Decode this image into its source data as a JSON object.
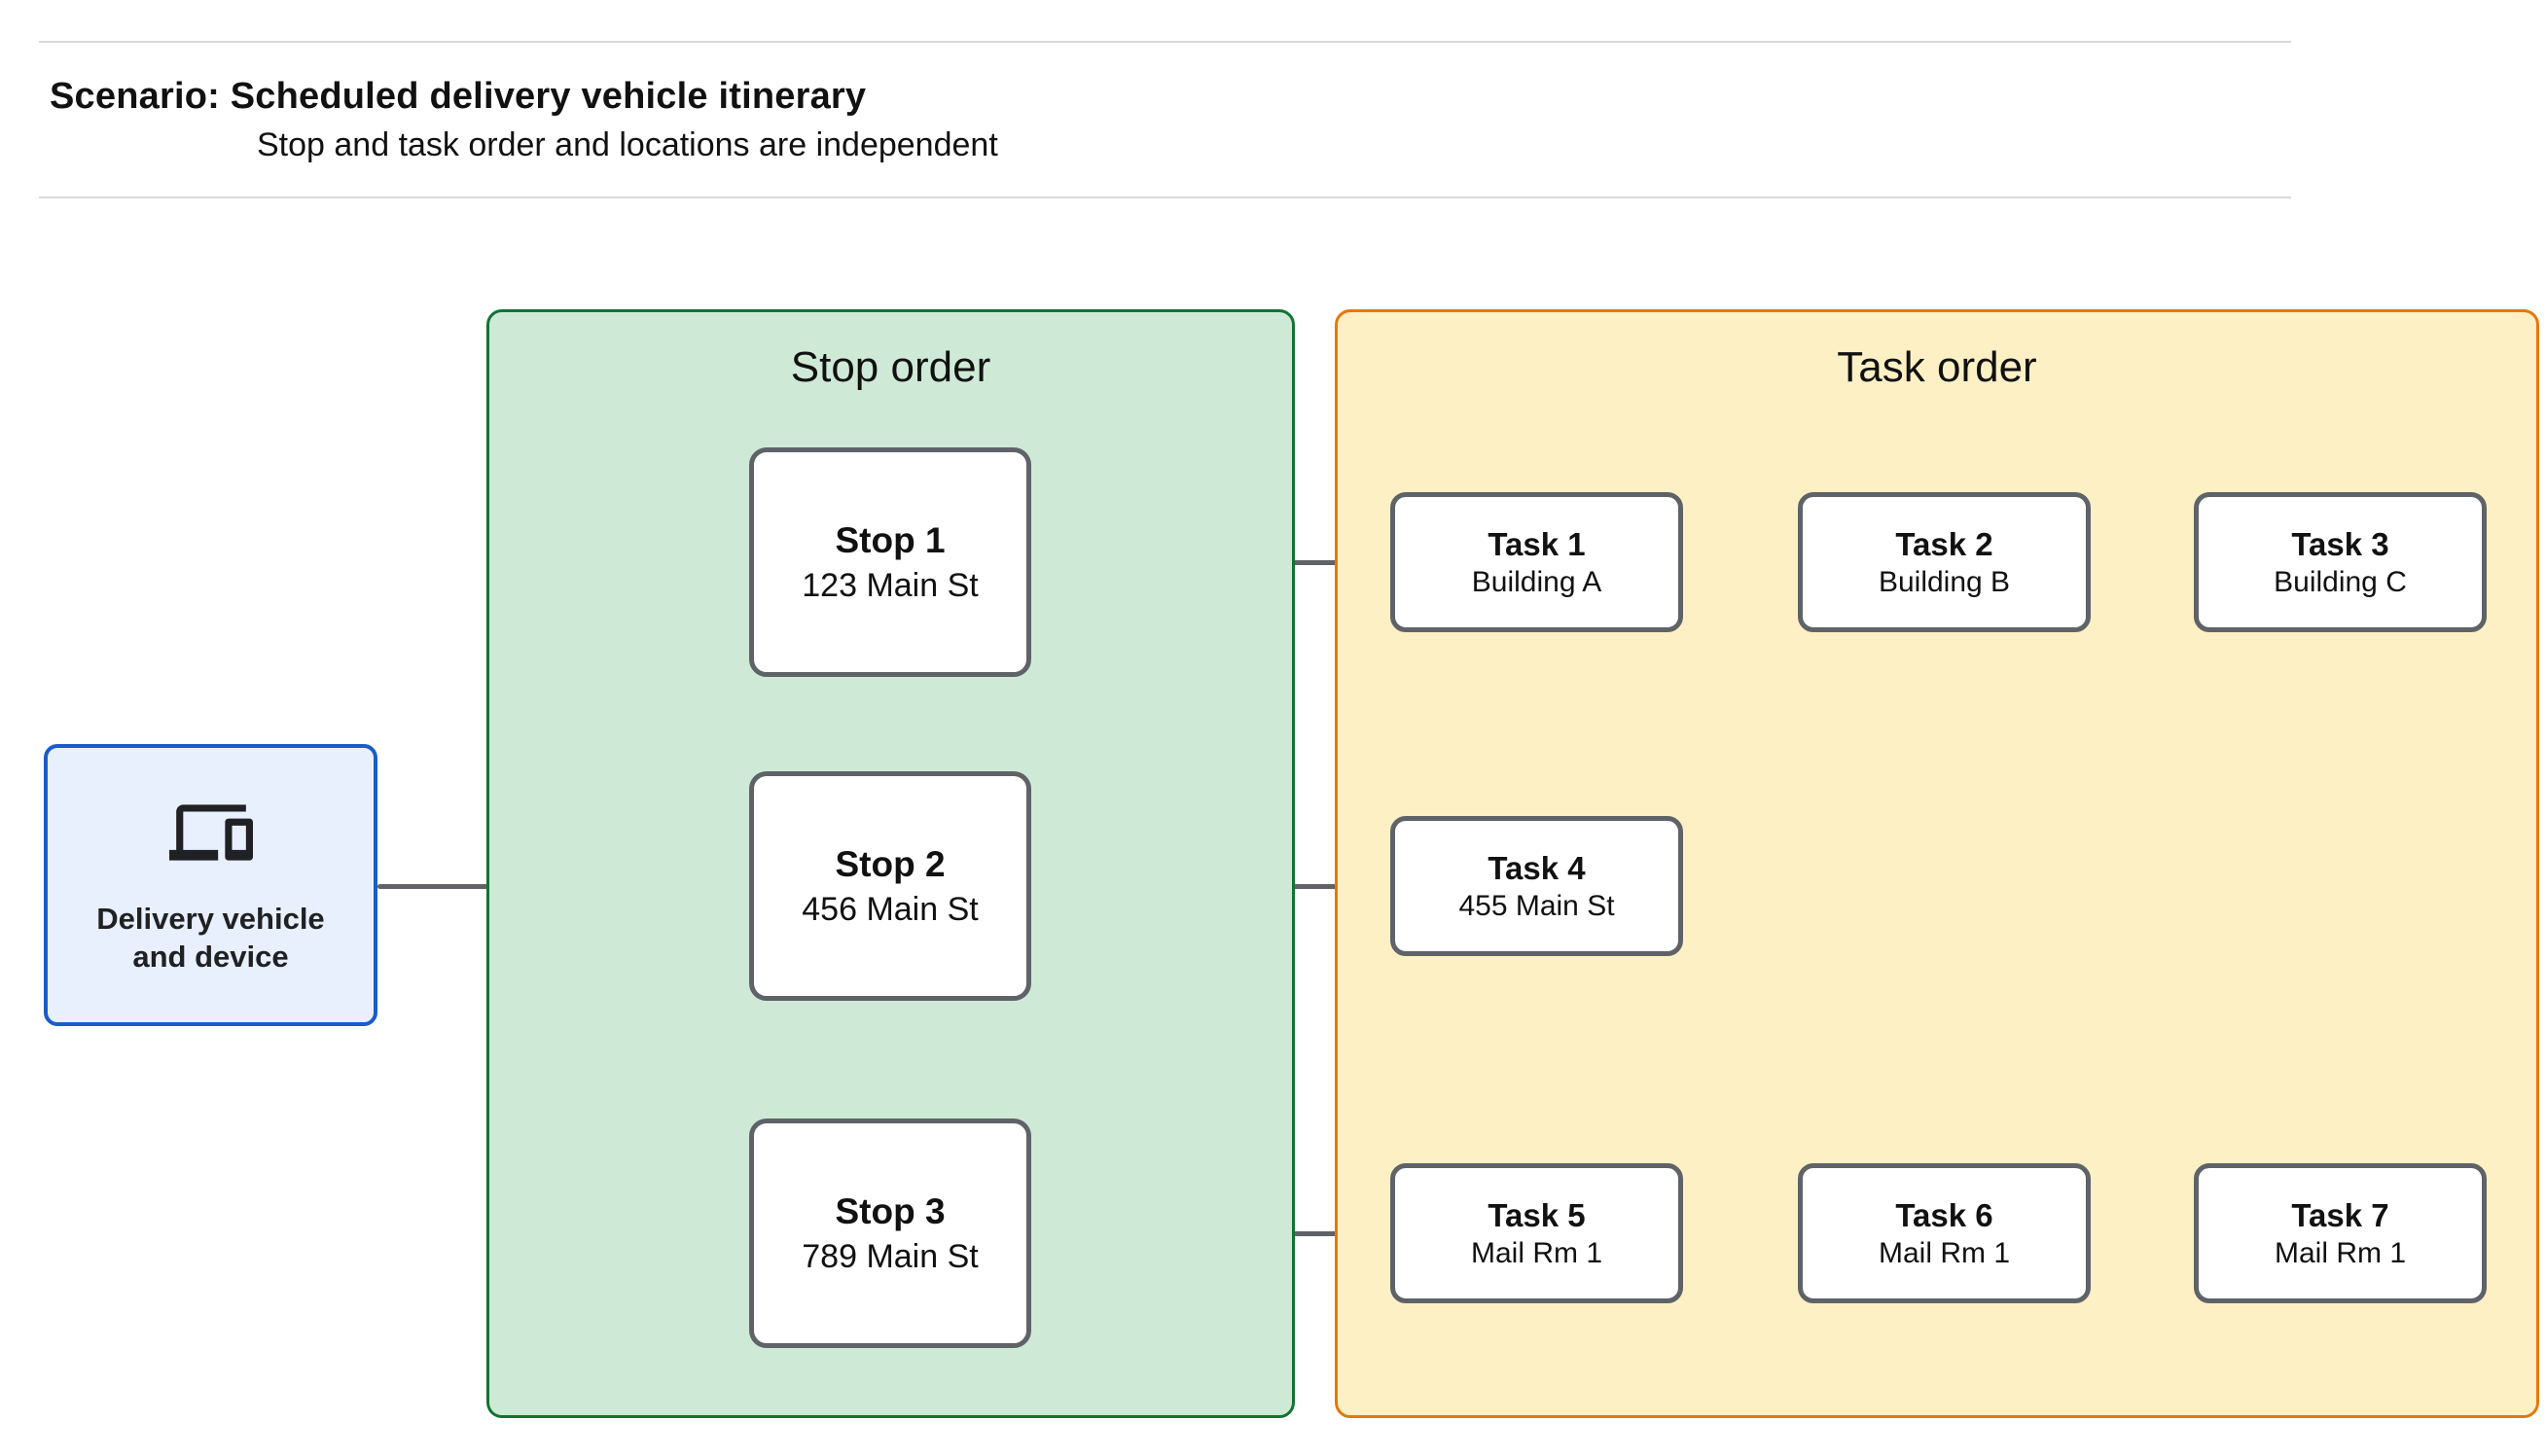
{
  "header": {
    "title": "Scenario: Scheduled delivery vehicle itinerary",
    "subtitle": "Stop and task order and locations are independent"
  },
  "source": {
    "label": "Delivery vehicle and device",
    "icon": "devices-icon"
  },
  "panels": {
    "stops": {
      "title": "Stop order",
      "fill": "#ceead6",
      "border": "#137333",
      "items": [
        {
          "name": "Stop 1",
          "location": "123 Main St"
        },
        {
          "name": "Stop 2",
          "location": "456 Main St"
        },
        {
          "name": "Stop 3",
          "location": "789 Main St"
        }
      ]
    },
    "tasks": {
      "title": "Task order",
      "fill": "#fdf0c5",
      "border": "#e8770b",
      "rows": [
        [
          {
            "name": "Task 1",
            "location": "Building A"
          },
          {
            "name": "Task 2",
            "location": "Building B"
          },
          {
            "name": "Task 3",
            "location": "Building C"
          }
        ],
        [
          {
            "name": "Task 4",
            "location": "455 Main St"
          }
        ],
        [
          {
            "name": "Task 5",
            "location": "Mail Rm 1"
          },
          {
            "name": "Task 6",
            "location": "Mail Rm 1"
          },
          {
            "name": "Task 7",
            "location": "Mail Rm 1"
          }
        ]
      ]
    }
  },
  "colors": {
    "source_fill": "#e8f0fe",
    "source_border": "#1b5cc8",
    "node_border": "#5f6368",
    "connector": "#5f6368",
    "divider": "#d9d9d9",
    "text": "#111111"
  }
}
